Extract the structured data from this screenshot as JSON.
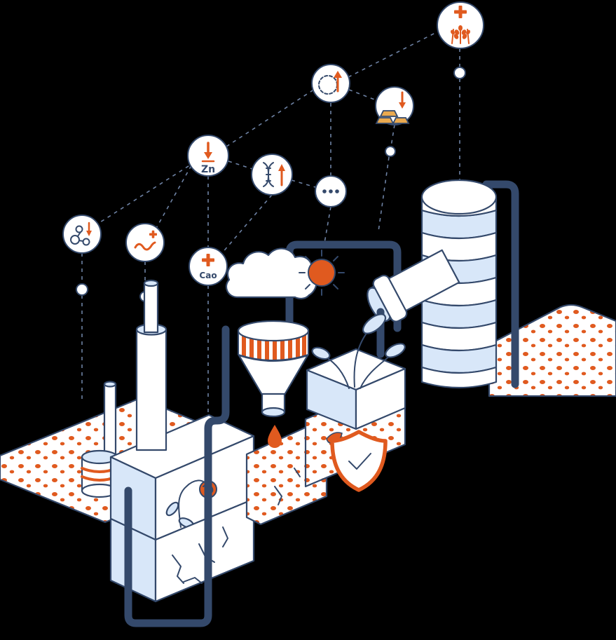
{
  "illustration": {
    "title": "Soil enrichment and processing isometric illustration",
    "background_color": "#000000",
    "colors": {
      "outline": "#34496b",
      "accent_orange": "#e05a1f",
      "light_blue": "#d8e7f9",
      "white": "#ffffff",
      "gold": "#e9a94f",
      "dashed_line": "#6d81a3"
    },
    "badges": {
      "wheat_increase": {
        "icon": "wheat-plus-icon"
      },
      "cycle_increase": {
        "icon": "recycle-up-arrow-icon"
      },
      "minerals_decrease": {
        "icon": "gold-bars-down-arrow-icon"
      },
      "zinc_decrease": {
        "icon": "down-arrow-icon",
        "label": "Zn"
      },
      "dna_increase": {
        "icon": "dna-up-arrow-icon"
      },
      "more": {
        "icon": "ellipsis-icon"
      },
      "molecule_decrease": {
        "icon": "molecule-down-arrow-icon"
      },
      "organisms_increase": {
        "icon": "worm-plus-icon"
      },
      "calcium_increase": {
        "icon": "plus-icon",
        "label": "Cao"
      }
    },
    "scene_elements": [
      "cloud",
      "sun",
      "condenser-tower",
      "exhaust-pipe",
      "pipe-network",
      "hopper-funnel",
      "water-drop",
      "factory-box",
      "chimney",
      "storage-tank",
      "soil-strip-left",
      "soil-strip-right",
      "cracked-soil-blocks",
      "sprout-box",
      "protection-shield",
      "wilted-plant"
    ]
  }
}
